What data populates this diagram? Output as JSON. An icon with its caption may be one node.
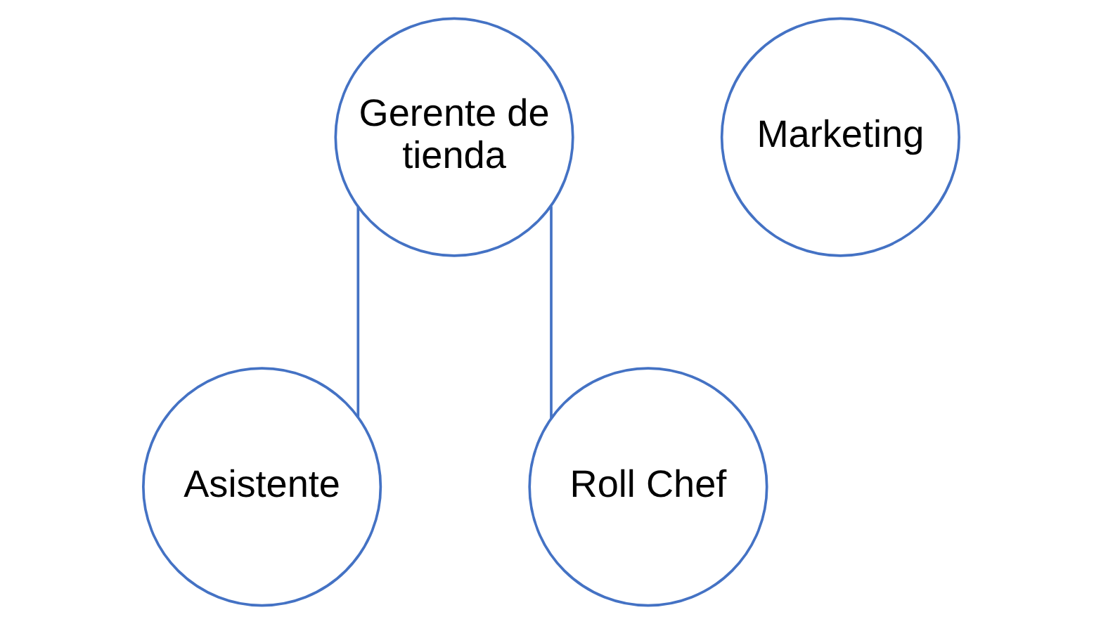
{
  "diagram": {
    "nodes": [
      {
        "text": [
          "Gerente de tienda"
        ]
      },
      {
        "text": [
          "Marketing"
        ]
      },
      {
        "text": [
          "Asistente"
        ]
      },
      {
        "text": [
          "Roll Chef"
        ]
      }
    ],
    "edges": [
      {
        "from": 0,
        "to": 2,
        "arrow": "none"
      },
      {
        "from": 0,
        "to": 3,
        "arrow": "none"
      }
    ]
  }
}
